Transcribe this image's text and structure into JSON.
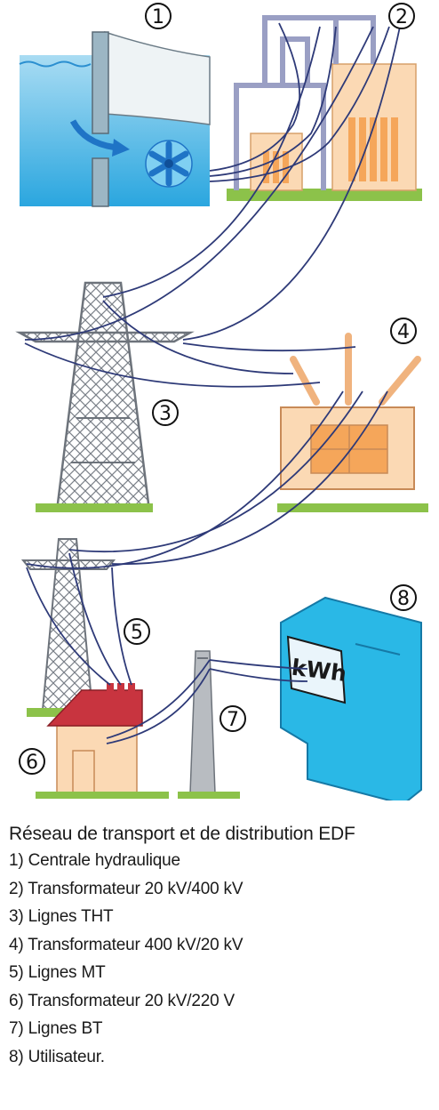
{
  "diagram": {
    "badges": [
      "1",
      "2",
      "3",
      "4",
      "5",
      "6",
      "7",
      "8"
    ],
    "meter_label": "kWh"
  },
  "caption": {
    "title": "Réseau de transport et de distribution EDF",
    "items": [
      "1) Centrale hydraulique",
      "2) Transformateur 20 kV/400 kV",
      "3) Lignes THT",
      "4) Transformateur 400 kV/20 kV",
      "5) Lignes MT",
      "6) Transformateur 20 kV/220 V",
      "7) Lignes BT",
      "8) Utilisateur."
    ]
  },
  "colors": {
    "water": "#4fb6e6",
    "building": "#fbd9b4",
    "roof": "#c8343f",
    "meter": "#2ab8e6",
    "ground": "#8cc24a",
    "wire": "#2e3a78",
    "pylon": "#6d737b"
  }
}
